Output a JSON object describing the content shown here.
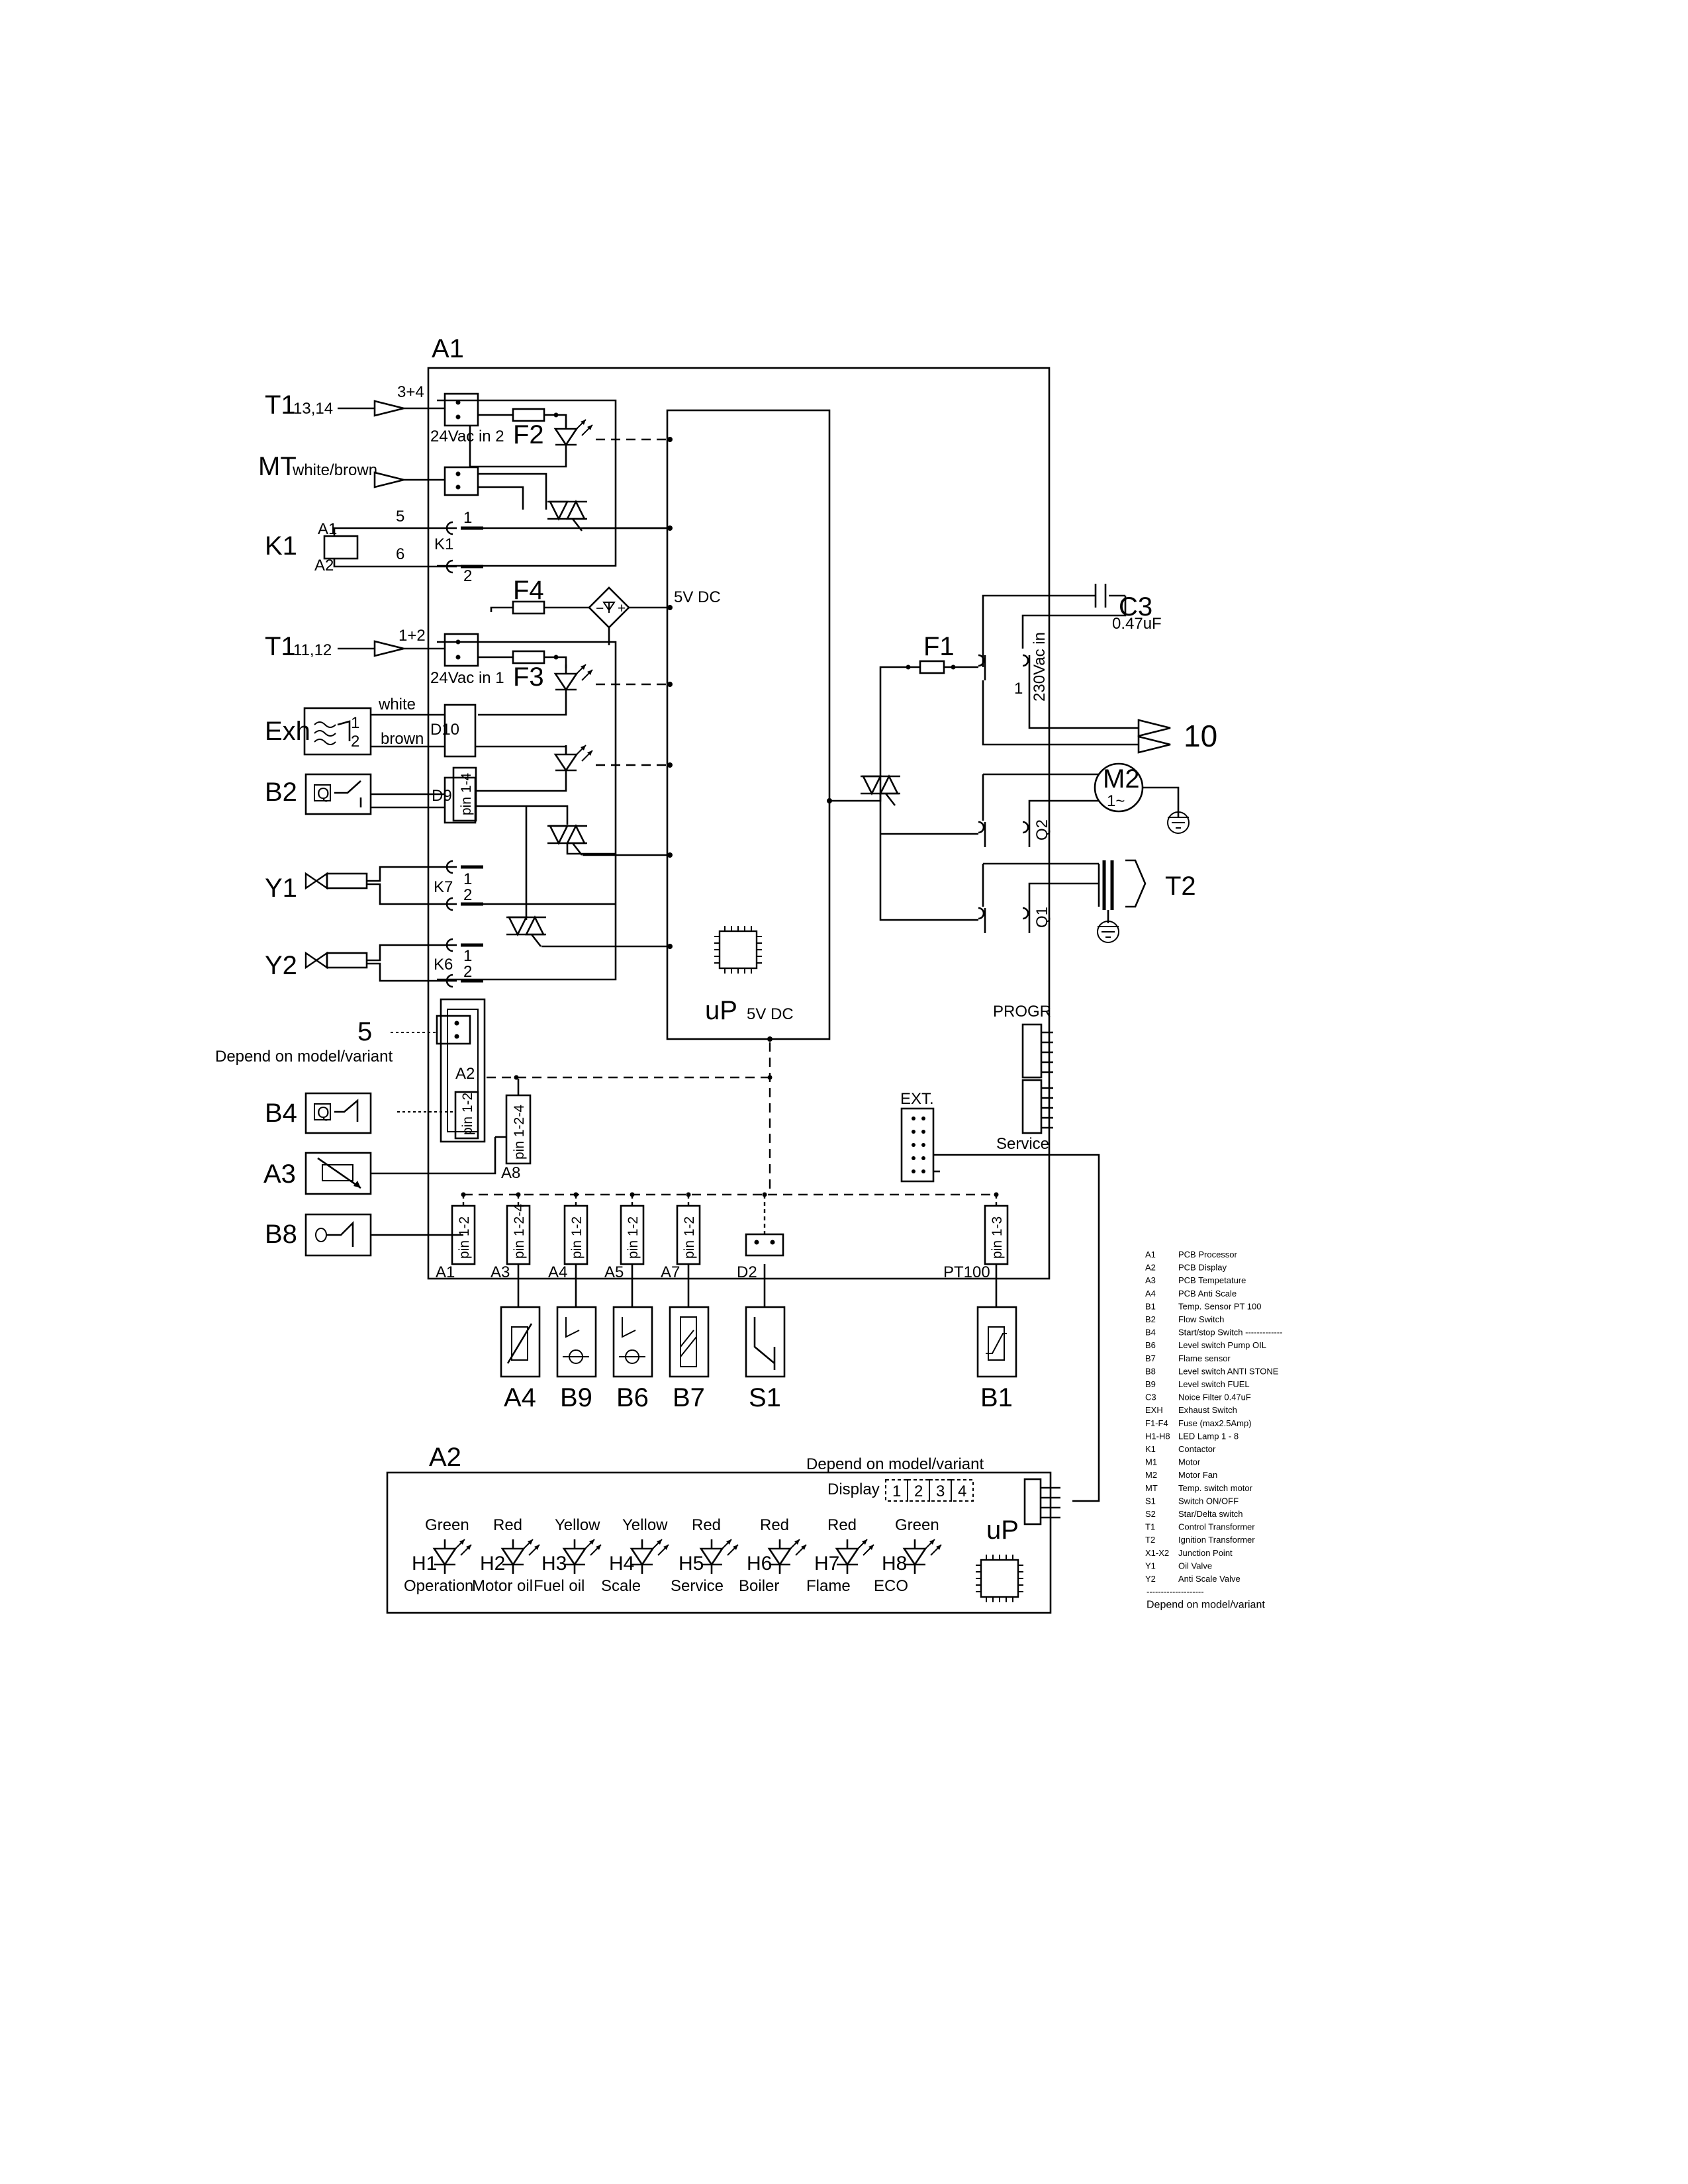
{
  "main_board": "A1",
  "inputs": {
    "t1_upper": {
      "name": "T1",
      "sub": "13,14",
      "wire": "3+4",
      "terminal": "24Vac in 2"
    },
    "mt": {
      "name": "MT",
      "sub": "white/brown"
    },
    "k1": {
      "name": "K1",
      "a1": "A1",
      "a2": "A2",
      "w5": "5",
      "w6": "6",
      "tag": "K1",
      "p1": "1",
      "p2": "2"
    },
    "t1_lower": {
      "name": "T1",
      "sub": "11,12",
      "wire": "1+2",
      "terminal": "24Vac in 1"
    },
    "exh": {
      "name": "Exh",
      "c1": "1",
      "c2": "2",
      "white": "white",
      "brown": "brown",
      "tag": "D10"
    },
    "b2": {
      "name": "B2",
      "q": "Q",
      "tag": "D9",
      "pin": "pin 1-4"
    },
    "y1": {
      "name": "Y1",
      "tag": "K7",
      "p1": "1",
      "p2": "2"
    },
    "y2": {
      "name": "Y2",
      "tag": "K6",
      "p1": "1",
      "p2": "2"
    }
  },
  "fuses": {
    "f2": "F2",
    "f3": "F3",
    "f4": "F4",
    "f1": "F1"
  },
  "processor": {
    "label": "uP",
    "sub": "5V DC",
    "supply": "5V DC"
  },
  "right": {
    "c3": {
      "name": "C3",
      "value": "0.47uF"
    },
    "vac": "230Vac in",
    "one": "1",
    "ten": "10",
    "m2": {
      "name": "M2",
      "sub": "1~"
    },
    "q2": "Q2",
    "q1": "Q1",
    "t2": "T2",
    "progr": "PROGR",
    "ext": "EXT.",
    "service": "Service"
  },
  "display_conn": {
    "num": "5",
    "note": "Depend on model/variant",
    "a2": "A2",
    "pin": "pin 1-2"
  },
  "b4": "B4",
  "a3": {
    "name": "A3",
    "pin": "pin 1-2-4",
    "tag": "A8"
  },
  "b8": "B8",
  "bottom_connectors": [
    {
      "tag": "A1",
      "pin": "pin 1-2"
    },
    {
      "tag": "A3",
      "pin": "pin 1-2-4"
    },
    {
      "tag": "A4",
      "pin": "pin 1-2"
    },
    {
      "tag": "A5",
      "pin": "pin 1-2"
    },
    {
      "tag": "A7",
      "pin": "pin 1-2"
    },
    {
      "tag": "D2",
      "pin": ""
    },
    {
      "tag": "PT100",
      "pin": "pin 1-3"
    }
  ],
  "bottom_devices": [
    "A4",
    "B9",
    "B6",
    "B7",
    "S1",
    "B1"
  ],
  "display_board": {
    "name": "A2",
    "note": "Depend on model/variant",
    "display_label": "Display",
    "digits": [
      "1",
      "2",
      "3",
      "4"
    ],
    "up": "uP",
    "leds": [
      {
        "color": "Green",
        "id": "H1",
        "label": "Operation"
      },
      {
        "color": "Red",
        "id": "H2",
        "label": "Motor oil"
      },
      {
        "color": "Yellow",
        "id": "H3",
        "label": "Fuel oil"
      },
      {
        "color": "Yellow",
        "id": "H4",
        "label": "Scale"
      },
      {
        "color": "Red",
        "id": "H5",
        "label": "Service"
      },
      {
        "color": "Red",
        "id": "H6",
        "label": "Boiler"
      },
      {
        "color": "Red",
        "id": "H7",
        "label": "Flame"
      },
      {
        "color": "Green",
        "id": "H8",
        "label": "ECO"
      }
    ]
  },
  "legend": [
    {
      "code": "A1",
      "desc": "PCB Processor"
    },
    {
      "code": "A2",
      "desc": "PCB Display"
    },
    {
      "code": "A3",
      "desc": "PCB Tempetature"
    },
    {
      "code": "A4",
      "desc": "PCB Anti Scale"
    },
    {
      "code": "B1",
      "desc": "Temp. Sensor PT 100"
    },
    {
      "code": "B2",
      "desc": "Flow Switch"
    },
    {
      "code": "B4",
      "desc": "Start/stop Switch -------------"
    },
    {
      "code": "B6",
      "desc": "Level switch Pump OIL"
    },
    {
      "code": "B7",
      "desc": "Flame sensor"
    },
    {
      "code": "B8",
      "desc": "Level switch ANTI STONE"
    },
    {
      "code": "B9",
      "desc": "Level switch FUEL"
    },
    {
      "code": "C3",
      "desc": "Noice Filter 0.47uF"
    },
    {
      "code": "EXH",
      "desc": "Exhaust Switch"
    },
    {
      "code": "F1-F4",
      "desc": "Fuse (max2.5Amp)"
    },
    {
      "code": "H1-H8",
      "desc": "LED Lamp 1 - 8"
    },
    {
      "code": "K1",
      "desc": "Contactor"
    },
    {
      "code": "M1",
      "desc": "Motor"
    },
    {
      "code": "M2",
      "desc": "Motor Fan"
    },
    {
      "code": "MT",
      "desc": "Temp. switch motor"
    },
    {
      "code": "S1",
      "desc": "Switch ON/OFF"
    },
    {
      "code": "S2",
      "desc": "Star/Delta switch"
    },
    {
      "code": "T1",
      "desc": "Control Transformer"
    },
    {
      "code": "T2",
      "desc": "Ignition Transformer"
    },
    {
      "code": "X1-X2",
      "desc": "Junction Point"
    },
    {
      "code": "Y1",
      "desc": "Oil Valve"
    },
    {
      "code": "Y2",
      "desc": "Anti Scale Valve"
    }
  ],
  "legend_note_dashes": "--------------------",
  "legend_note": "Depend on model/variant"
}
